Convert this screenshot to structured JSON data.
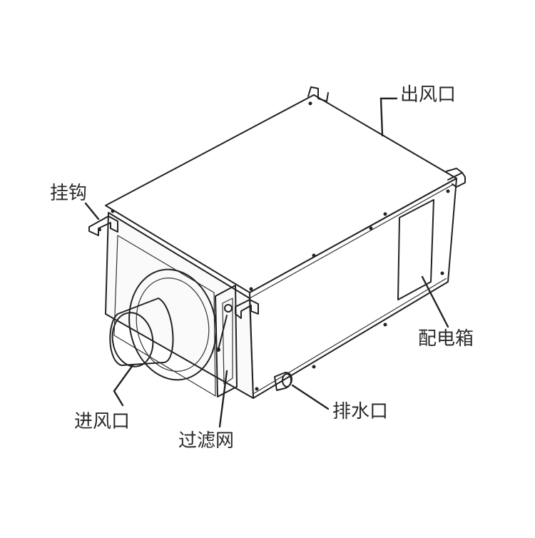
{
  "labels": {
    "outlet": "出风口",
    "hook": "挂钩",
    "control_box": "配电箱",
    "inlet": "进风口",
    "drain": "排水口",
    "filter": "过滤网"
  },
  "colors": {
    "line": "#222222",
    "top_face": "#ffffff",
    "side_face": "#ffffff",
    "front_face": "#fafafa",
    "text": "#2a2a2a"
  }
}
